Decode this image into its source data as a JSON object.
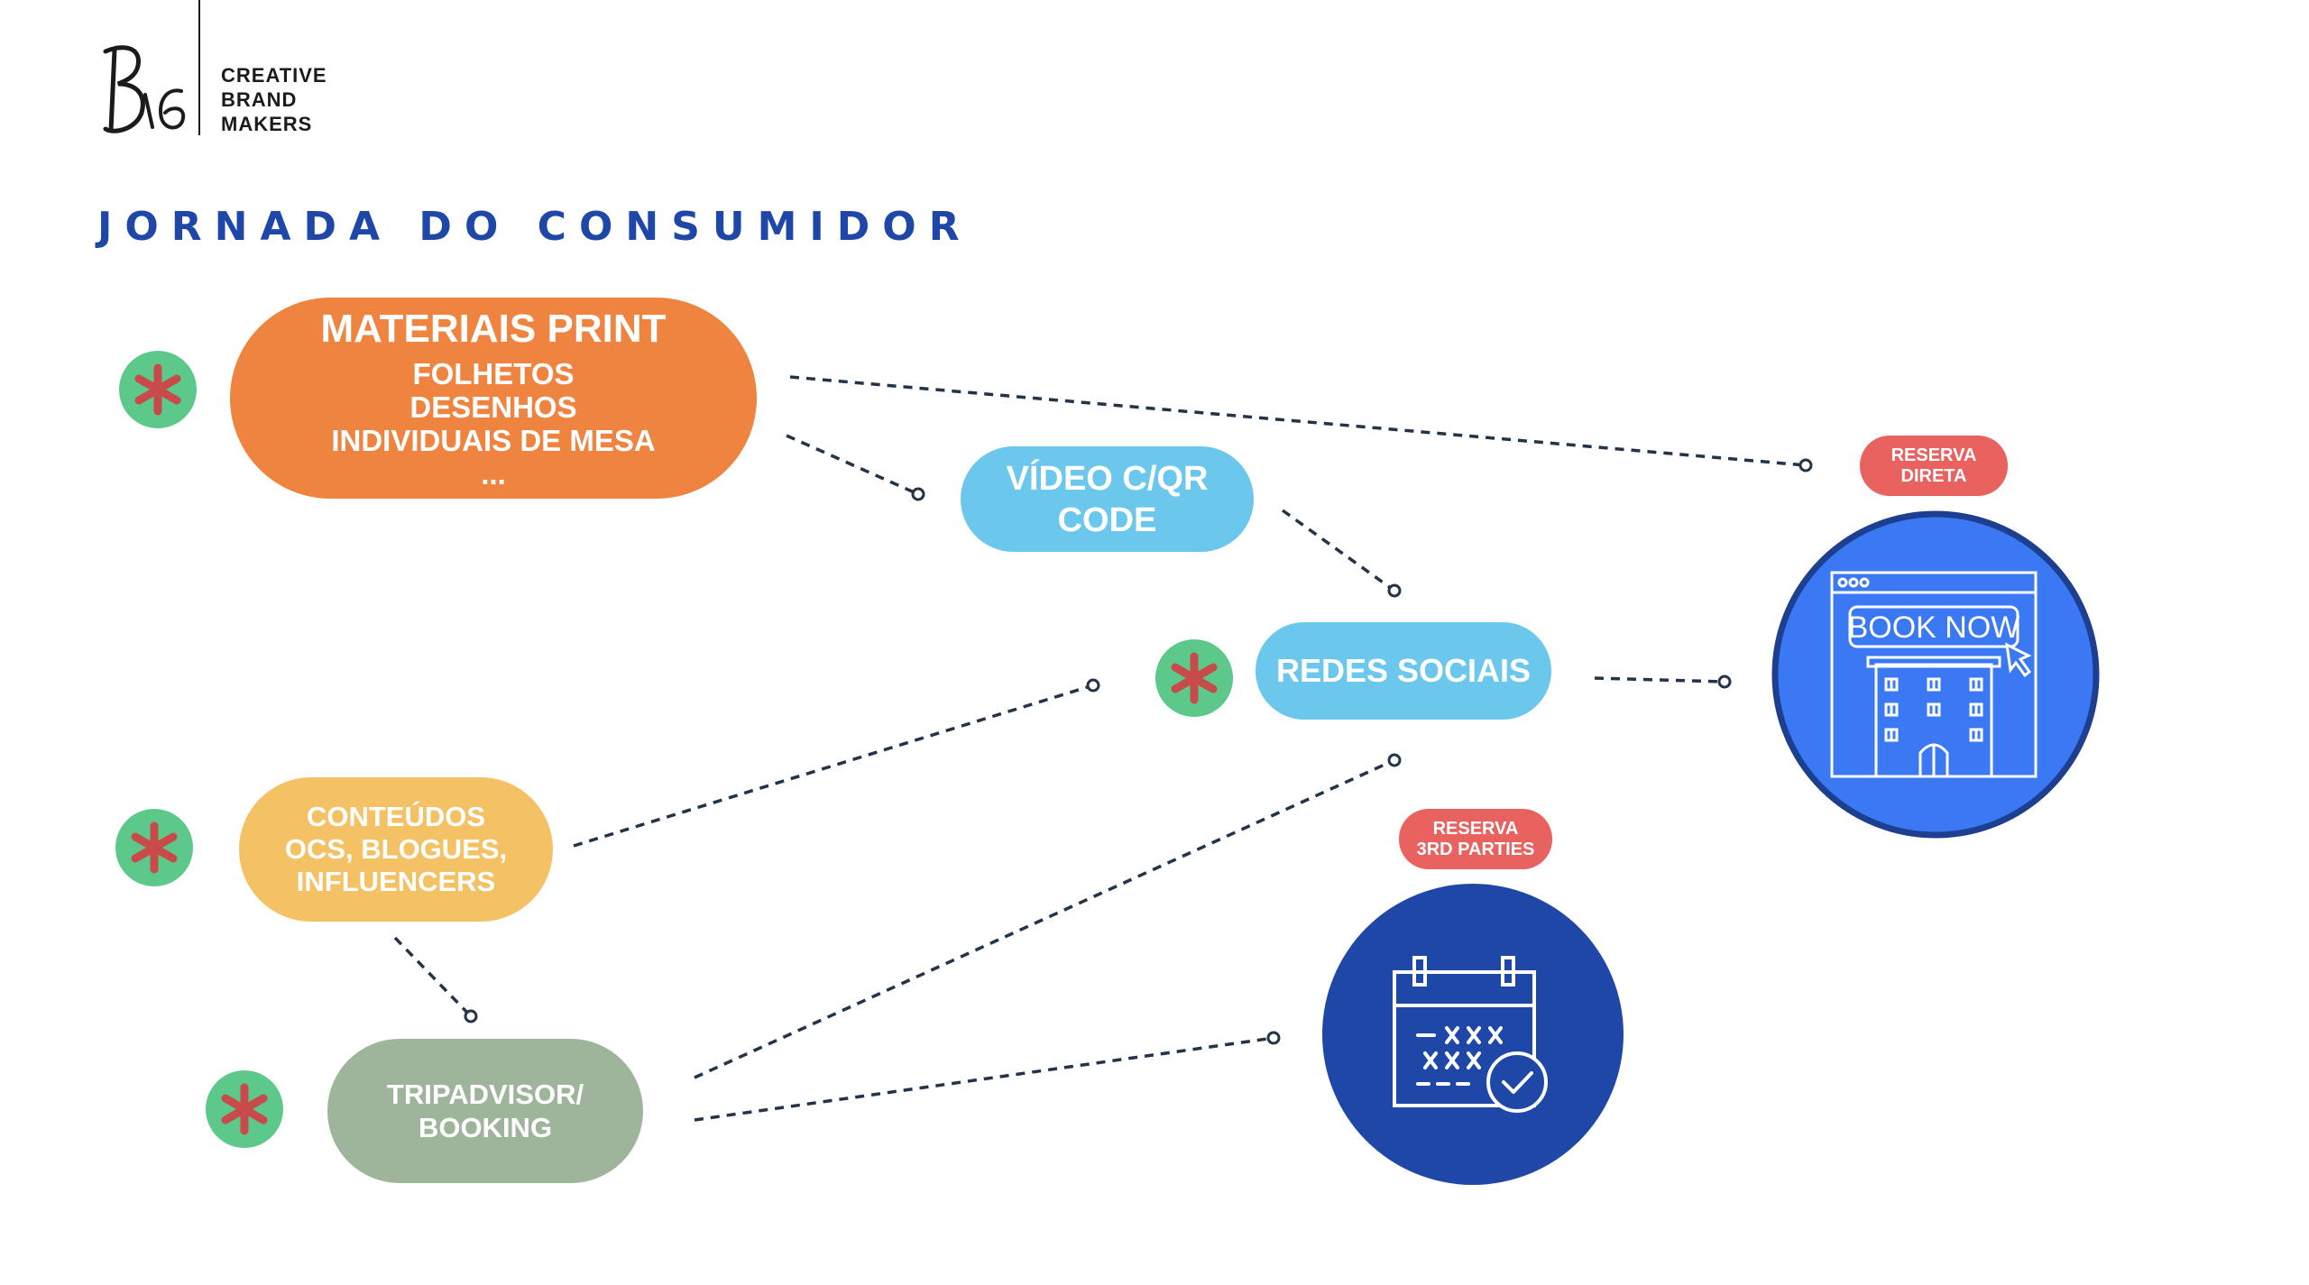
{
  "logo": {
    "monogram": "B16",
    "lines": [
      "CREATIVE",
      "BRAND",
      "MAKERS"
    ]
  },
  "title": "JORNADA DO CONSUMIDOR",
  "nodes": {
    "materiais_print": {
      "heading": "MATERIAIS PRINT",
      "items": [
        "FOLHETOS",
        "DESENHOS",
        "INDIVIDUAIS DE MESA",
        "..."
      ]
    },
    "video_qr": {
      "lines": [
        "VÍDEO C/QR",
        "CODE"
      ]
    },
    "redes_sociais": {
      "label": "REDES SOCIAIS"
    },
    "conteudos": {
      "lines": [
        "CONTEÚDOS",
        "OCS, BLOGUES,",
        "INFLUENCERS"
      ]
    },
    "tripadvisor": {
      "lines": [
        "TRIPADVISOR/",
        "BOOKING"
      ]
    }
  },
  "destinations": {
    "reserva_direta": {
      "tag_lines": [
        "RESERVA",
        "DIRETA"
      ],
      "button_label": "BOOK NOW",
      "icon": "hotel-booking-icon"
    },
    "reserva_3rd": {
      "tag_lines": [
        "RESERVA",
        "3RD PARTIES"
      ],
      "icon": "calendar-check-icon"
    }
  },
  "colors": {
    "title": "#1f47a8",
    "print": "#ef8440",
    "video": "#6cc7ec",
    "redes": "#6cc7ec",
    "conteudos": "#f4c165",
    "tripadvisor": "#9fb59b",
    "tag": "#e8625f",
    "direct_circle": "#3b78f4",
    "third_party_circle": "#1f47a8",
    "badge": "#5cc98a",
    "star": "#c94a4a"
  }
}
